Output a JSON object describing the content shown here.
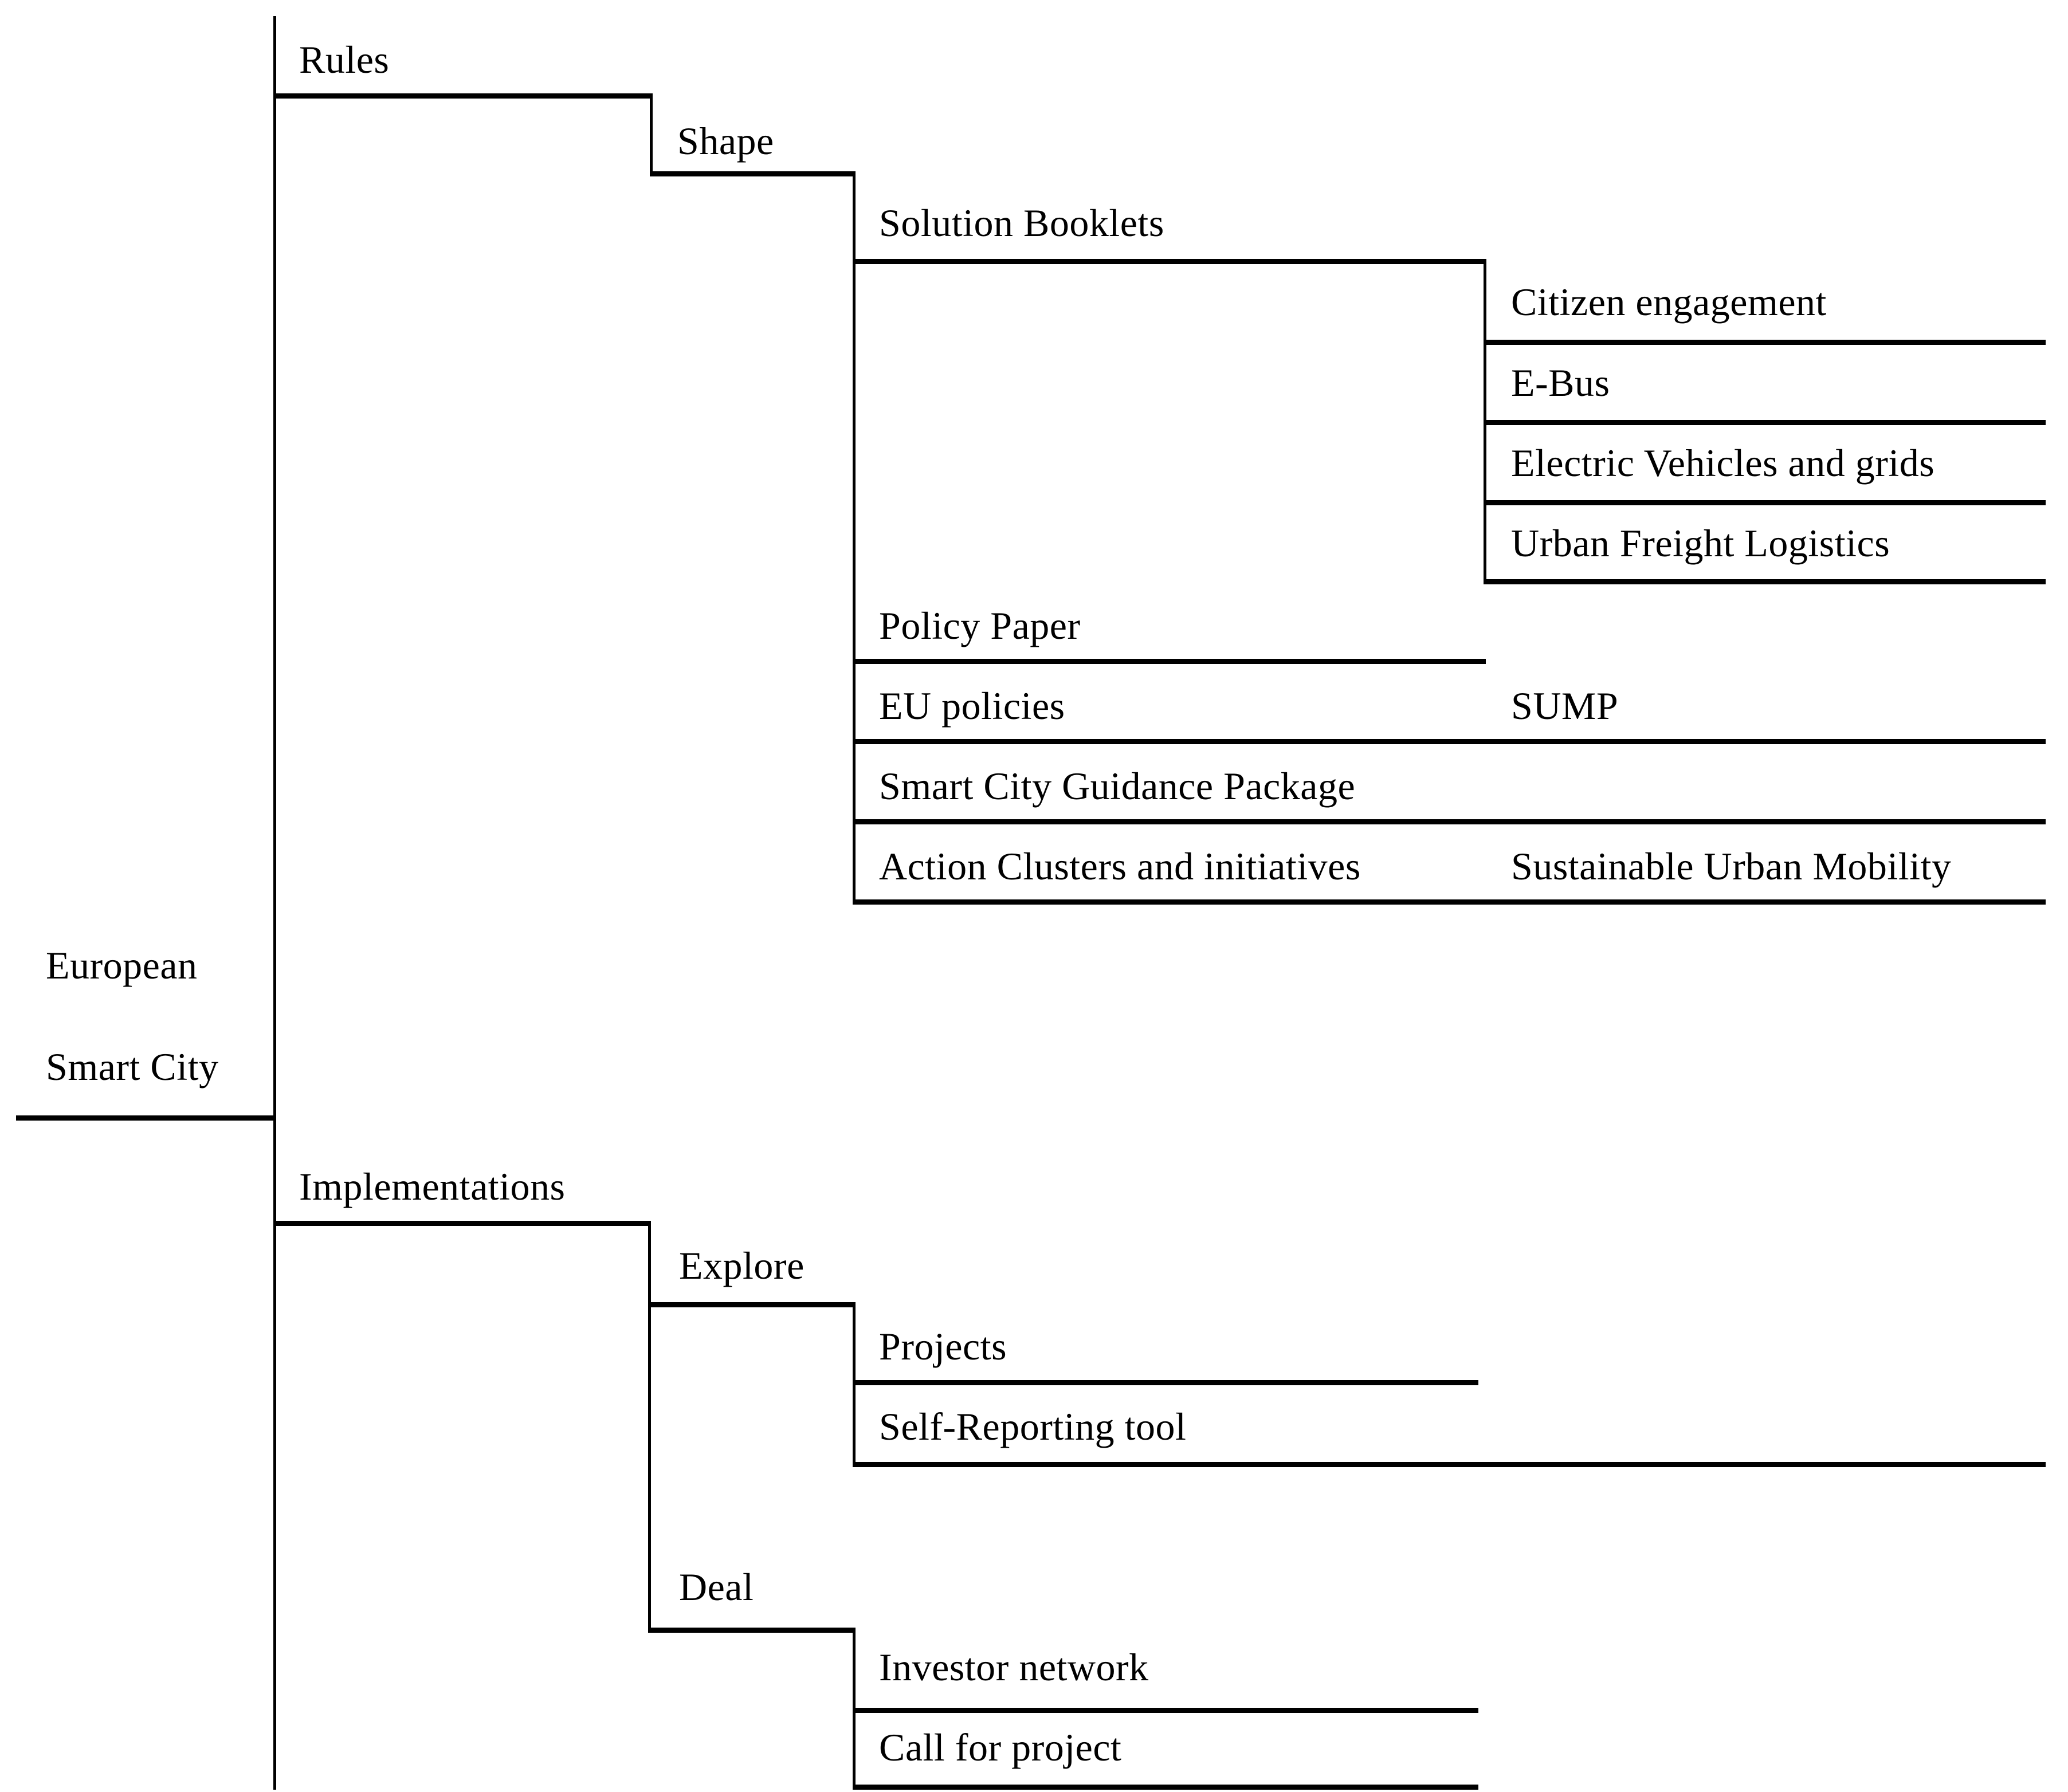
{
  "diagram": {
    "title_semantic": "European Smart City tree diagram",
    "colors": {
      "line": "#000000",
      "text": "#000000",
      "background": "#ffffff"
    },
    "labels": {
      "root_line1": "European",
      "root_line2": "Smart City",
      "rules": "Rules",
      "shape": "Shape",
      "solution_booklets": "Solution Booklets",
      "citizen_engagement": "Citizen engagement",
      "e_bus": "E-Bus",
      "electric_vehicles": "Electric Vehicles and grids",
      "urban_freight": "Urban Freight Logistics",
      "policy_paper": "Policy Paper",
      "eu_policies": "EU policies",
      "sump": "SUMP",
      "guidance_package": "Smart City Guidance Package",
      "action_clusters": "Action Clusters and initiatives",
      "sustainable_urban_mobility": "Sustainable Urban Mobility",
      "implementations": "Implementations",
      "explore": "Explore",
      "projects": "Projects",
      "self_reporting": "Self-Reporting tool",
      "deal": "Deal",
      "investor_network": "Investor network",
      "call_for_project": "Call for project"
    },
    "hierarchy": {
      "root": "European Smart City",
      "children": [
        {
          "node": "Rules",
          "children": [
            {
              "node": "Shape",
              "children": [
                {
                  "node": "Solution Booklets",
                  "children": [
                    "Citizen engagement",
                    "E-Bus",
                    "Electric Vehicles and grids",
                    "Urban Freight Logistics"
                  ]
                },
                {
                  "node": "Policy Paper",
                  "children": []
                },
                {
                  "node": "EU policies",
                  "children": [
                    "SUMP"
                  ]
                },
                {
                  "node": "Smart City Guidance Package",
                  "children": []
                },
                {
                  "node": "Action Clusters and initiatives",
                  "children": [
                    "Sustainable Urban Mobility"
                  ]
                }
              ]
            }
          ]
        },
        {
          "node": "Implementations",
          "children": [
            {
              "node": "Explore",
              "children": [
                "Projects",
                "Self-Reporting tool"
              ]
            },
            {
              "node": "Deal",
              "children": [
                "Investor network",
                "Call for project"
              ]
            }
          ]
        }
      ]
    }
  }
}
